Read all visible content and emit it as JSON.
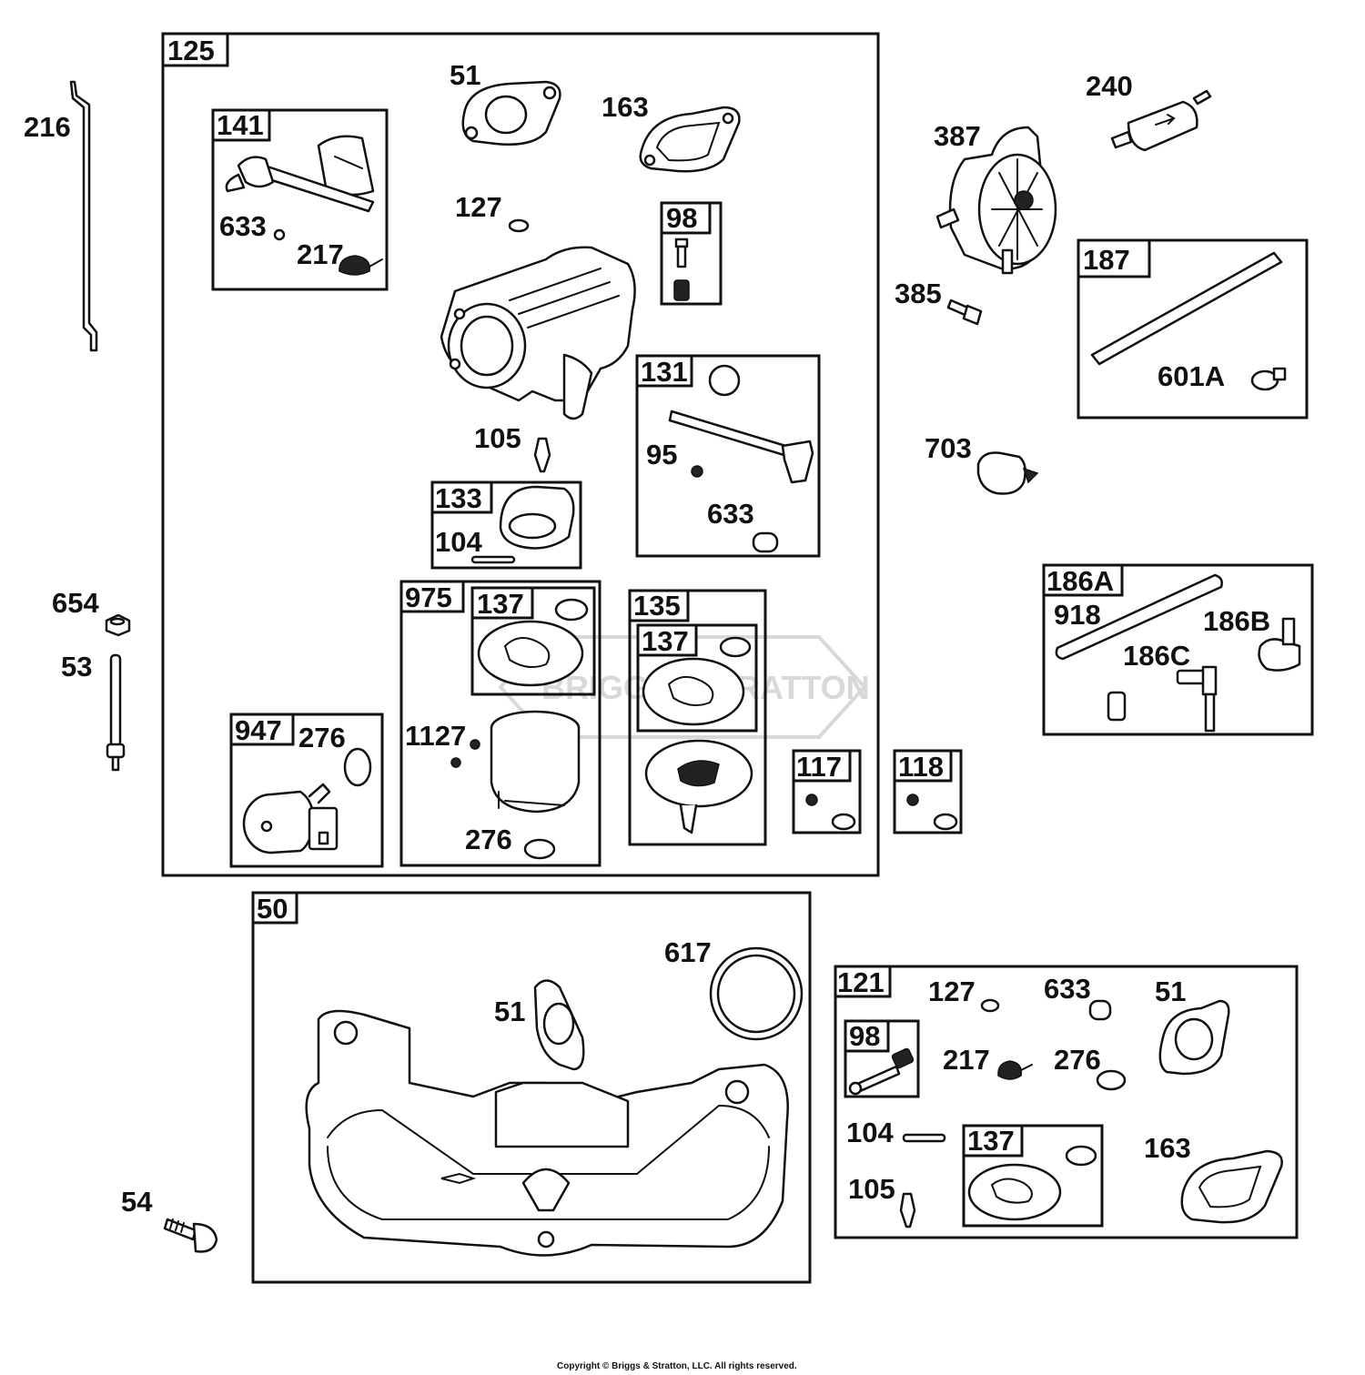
{
  "watermark": "BRIGGS&STRATTON",
  "copyright": "Copyright © Briggs & Stratton, LLC. All rights reserved.",
  "kits": {
    "k125": "125",
    "k141": "141",
    "k98a": "98",
    "k131": "131",
    "k133": "133",
    "k975": "975",
    "k137a": "137",
    "k135": "135",
    "k137b": "137",
    "k947": "947",
    "k117": "117",
    "k118": "118",
    "k187": "187",
    "k186a": "186A",
    "k50": "50",
    "k121": "121",
    "k98b": "98",
    "k137c": "137"
  },
  "parts": {
    "p216": "216",
    "p51a": "51",
    "p163a": "163",
    "p633a": "633",
    "p217a": "217",
    "p127a": "127",
    "p105a": "105",
    "p95": "95",
    "p633b": "633",
    "p104a": "104",
    "p654": "654",
    "p53": "53",
    "p276a": "276",
    "p1127": "1127",
    "p276b": "276",
    "p240": "240",
    "p387": "387",
    "p385": "385",
    "p601a": "601A",
    "p703": "703",
    "p918": "918",
    "p186b": "186B",
    "p186c": "186C",
    "p617": "617",
    "p51b": "51",
    "p54": "54",
    "p127b": "127",
    "p633c": "633",
    "p51c": "51",
    "p217b": "217",
    "p276c": "276",
    "p104b": "104",
    "p105b": "105",
    "p163b": "163"
  }
}
